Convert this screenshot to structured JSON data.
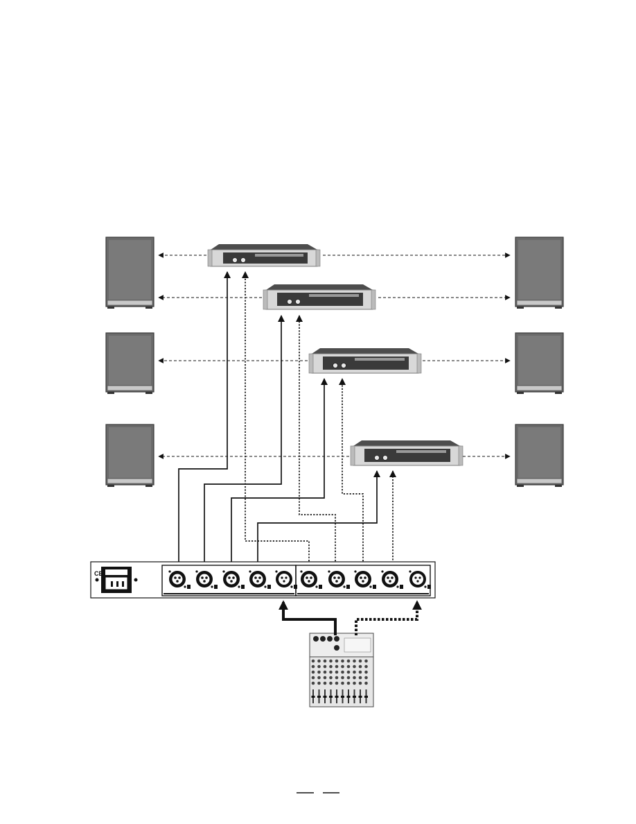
{
  "diagram": {
    "panel_mark": "CE",
    "speakers": [
      {
        "id": "left-1",
        "side": "left"
      },
      {
        "id": "left-2",
        "side": "left"
      },
      {
        "id": "left-3",
        "side": "left"
      },
      {
        "id": "right-1",
        "side": "right"
      },
      {
        "id": "right-2",
        "side": "right"
      },
      {
        "id": "right-3",
        "side": "right"
      }
    ],
    "amplifiers": [
      {
        "id": "amp-1"
      },
      {
        "id": "amp-2"
      },
      {
        "id": "amp-3"
      },
      {
        "id": "amp-4"
      }
    ],
    "colors": {
      "line": "#111111",
      "speaker": "#6a6a6a",
      "amplifier_top": "#4d4d4d",
      "amplifier_face": "#d8d8d8",
      "background": "#ffffff"
    }
  }
}
